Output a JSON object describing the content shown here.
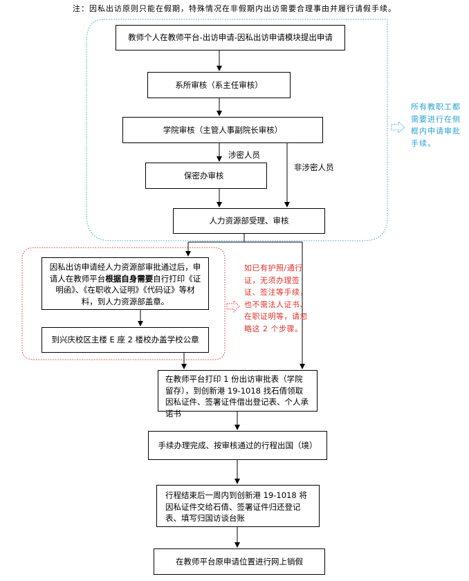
{
  "note": "注：因私出访原则只能在假期，特殊情况在非假期内出访需要合理事由并履行请假手续。",
  "steps": {
    "apply": "教师个人在教师平台-出访申请-因私出访申请模块提出申请",
    "dept": "系所审核（系主任审核）",
    "college": "学院审核（主管人事副院长审核）",
    "secrecy": "保密办审核",
    "hr": "人力资源部受理、审核",
    "print_part1": "因私出访申请经人力资源部审批通过后，申请人在教师平台",
    "print_bold": "根据自身需要",
    "print_part2": "自行打印《证明函》、《在职收入证明》《代码证》等材料，到人力资源部盖章。",
    "stamp": "到兴庆校区主楼 E 座 2 楼校办盖学校公章",
    "approval": "在教师平台打印 1 份出访审批表（学院留存），到创新港 19-1018 找石倩领取因私证件、签署证件借出登记表、个人承诺书",
    "travel": "手续办理完成、按审核通过的行程出国（境）",
    "return": "行程结束后一周内到创新港 19-1018 将因私证件交给石倩、签署证件归还登记表、填写归国访谈台账",
    "cancel": "在教师平台原申请位置进行网上销假"
  },
  "labels": {
    "involved": "涉密人员",
    "not_involved": "非涉密人员"
  },
  "side_notes": {
    "blue": "所有教职工都需要进行在侧框内申请审批手续。",
    "red": "如已有护照/通行证，无须办理签证、签注等手续，也不需法人证书、在职证明等，请忽略这 2 个步骤。"
  },
  "colors": {
    "blue_dash": "#29a3d6",
    "red_dash": "#e0302a"
  }
}
